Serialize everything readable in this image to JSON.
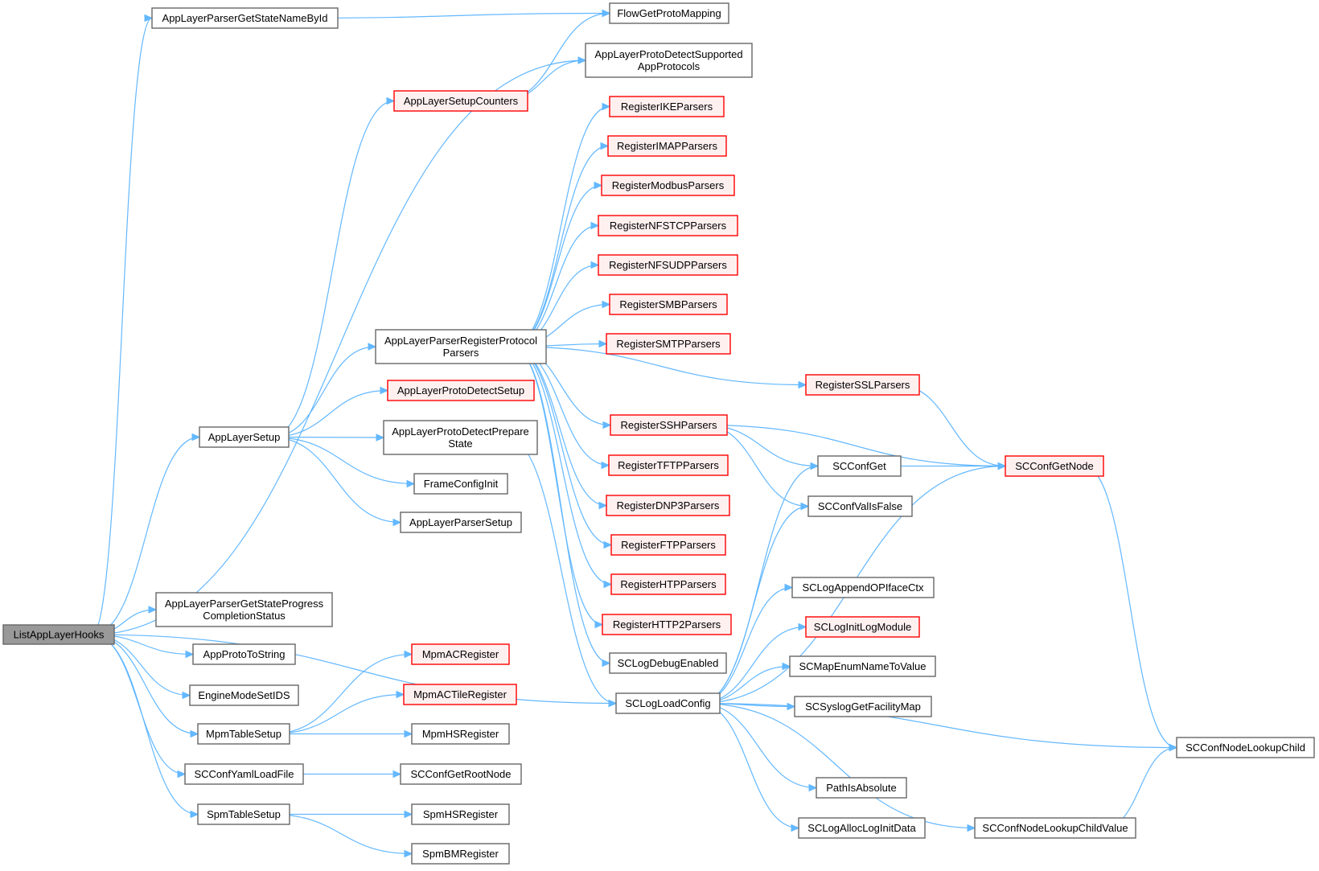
{
  "colors": {
    "edge": "#63b8ff",
    "normal_fill": "#ffffff",
    "normal_border": "#666666",
    "red_fill": "#fff0f0",
    "red_border": "#ff0000",
    "root_fill": "#999999",
    "root_border": "#666666"
  },
  "nodes": {
    "root": {
      "lines": [
        "ListAppLayerHooks"
      ],
      "style": "root"
    },
    "getStateName": {
      "lines": [
        "AppLayerParserGetStateNameById"
      ],
      "style": "normal"
    },
    "flowMap": {
      "lines": [
        "FlowGetProtoMapping"
      ],
      "style": "normal"
    },
    "supported": {
      "lines": [
        "AppLayerProtoDetectSupported",
        "AppProtocols"
      ],
      "style": "normal"
    },
    "setupCounters": {
      "lines": [
        "AppLayerSetupCounters"
      ],
      "style": "red"
    },
    "ike": {
      "lines": [
        "RegisterIKEParsers"
      ],
      "style": "red"
    },
    "imap": {
      "lines": [
        "RegisterIMAPParsers"
      ],
      "style": "red"
    },
    "modbus": {
      "lines": [
        "RegisterModbusParsers"
      ],
      "style": "red"
    },
    "nfstcp": {
      "lines": [
        "RegisterNFSTCPParsers"
      ],
      "style": "red"
    },
    "nfsudp": {
      "lines": [
        "RegisterNFSUDPParsers"
      ],
      "style": "red"
    },
    "smb": {
      "lines": [
        "RegisterSMBParsers"
      ],
      "style": "red"
    },
    "smtp": {
      "lines": [
        "RegisterSMTPParsers"
      ],
      "style": "red"
    },
    "regProto": {
      "lines": [
        "AppLayerParserRegisterProtocol",
        "Parsers"
      ],
      "style": "normal"
    },
    "ssl": {
      "lines": [
        "RegisterSSLParsers"
      ],
      "style": "red"
    },
    "detectSetup": {
      "lines": [
        "AppLayerProtoDetectSetup"
      ],
      "style": "red"
    },
    "ssh": {
      "lines": [
        "RegisterSSHParsers"
      ],
      "style": "red"
    },
    "appSetup": {
      "lines": [
        "AppLayerSetup"
      ],
      "style": "normal"
    },
    "prepState": {
      "lines": [
        "AppLayerProtoDetectPrepare",
        "State"
      ],
      "style": "normal"
    },
    "confGet": {
      "lines": [
        "SCConfGet"
      ],
      "style": "normal"
    },
    "confGetNode": {
      "lines": [
        "SCConfGetNode"
      ],
      "style": "red"
    },
    "tftp": {
      "lines": [
        "RegisterTFTPParsers"
      ],
      "style": "red"
    },
    "frameInit": {
      "lines": [
        "FrameConfigInit"
      ],
      "style": "normal"
    },
    "dnp3": {
      "lines": [
        "RegisterDNP3Parsers"
      ],
      "style": "red"
    },
    "valFalse": {
      "lines": [
        "SCConfValIsFalse"
      ],
      "style": "normal"
    },
    "parserSetup": {
      "lines": [
        "AppLayerParserSetup"
      ],
      "style": "normal"
    },
    "ftp": {
      "lines": [
        "RegisterFTPParsers"
      ],
      "style": "red"
    },
    "htp": {
      "lines": [
        "RegisterHTPParsers"
      ],
      "style": "red"
    },
    "appendOp": {
      "lines": [
        "SCLogAppendOPIfaceCtx"
      ],
      "style": "normal"
    },
    "progress": {
      "lines": [
        "AppLayerParserGetStateProgress",
        "CompletionStatus"
      ],
      "style": "normal"
    },
    "http2": {
      "lines": [
        "RegisterHTTP2Parsers"
      ],
      "style": "red"
    },
    "initLog": {
      "lines": [
        "SCLogInitLogModule"
      ],
      "style": "red"
    },
    "protoStr": {
      "lines": [
        "AppProtoToString"
      ],
      "style": "normal"
    },
    "mpmAC": {
      "lines": [
        "MpmACRegister"
      ],
      "style": "red"
    },
    "debugEn": {
      "lines": [
        "SCLogDebugEnabled"
      ],
      "style": "normal"
    },
    "mapEnum": {
      "lines": [
        "SCMapEnumNameToValue"
      ],
      "style": "normal"
    },
    "engineIDS": {
      "lines": [
        "EngineModeSetIDS"
      ],
      "style": "normal"
    },
    "mpmACTile": {
      "lines": [
        "MpmACTileRegister"
      ],
      "style": "red"
    },
    "loadConfig": {
      "lines": [
        "SCLogLoadConfig"
      ],
      "style": "normal"
    },
    "syslogMap": {
      "lines": [
        "SCSyslogGetFacilityMap"
      ],
      "style": "normal"
    },
    "mpmTable": {
      "lines": [
        "MpmTableSetup"
      ],
      "style": "normal"
    },
    "mpmHS": {
      "lines": [
        "MpmHSRegister"
      ],
      "style": "normal"
    },
    "lookupChild": {
      "lines": [
        "SCConfNodeLookupChild"
      ],
      "style": "normal"
    },
    "yamlLoad": {
      "lines": [
        "SCConfYamlLoadFile"
      ],
      "style": "normal"
    },
    "rootNode": {
      "lines": [
        "SCConfGetRootNode"
      ],
      "style": "normal"
    },
    "pathAbs": {
      "lines": [
        "PathIsAbsolute"
      ],
      "style": "normal"
    },
    "spmTable": {
      "lines": [
        "SpmTableSetup"
      ],
      "style": "normal"
    },
    "spmHS": {
      "lines": [
        "SpmHSRegister"
      ],
      "style": "normal"
    },
    "allocLog": {
      "lines": [
        "SCLogAllocLogInitData"
      ],
      "style": "normal"
    },
    "lookupChildVal": {
      "lines": [
        "SCConfNodeLookupChildValue"
      ],
      "style": "normal"
    },
    "spmBM": {
      "lines": [
        "SpmBMRegister"
      ],
      "style": "normal"
    }
  },
  "edges": [
    [
      "root",
      "getStateName"
    ],
    [
      "root",
      "supported"
    ],
    [
      "root",
      "appSetup"
    ],
    [
      "root",
      "progress"
    ],
    [
      "root",
      "protoStr"
    ],
    [
      "root",
      "engineIDS"
    ],
    [
      "root",
      "mpmTable"
    ],
    [
      "root",
      "yamlLoad"
    ],
    [
      "root",
      "spmTable"
    ],
    [
      "root",
      "loadConfig"
    ],
    [
      "getStateName",
      "flowMap"
    ],
    [
      "setupCounters",
      "flowMap"
    ],
    [
      "setupCounters",
      "supported"
    ],
    [
      "appSetup",
      "setupCounters"
    ],
    [
      "appSetup",
      "regProto"
    ],
    [
      "appSetup",
      "detectSetup"
    ],
    [
      "appSetup",
      "prepState"
    ],
    [
      "appSetup",
      "frameInit"
    ],
    [
      "appSetup",
      "parserSetup"
    ],
    [
      "regProto",
      "ike"
    ],
    [
      "regProto",
      "imap"
    ],
    [
      "regProto",
      "modbus"
    ],
    [
      "regProto",
      "nfstcp"
    ],
    [
      "regProto",
      "nfsudp"
    ],
    [
      "regProto",
      "smb"
    ],
    [
      "regProto",
      "smtp"
    ],
    [
      "regProto",
      "ssl"
    ],
    [
      "regProto",
      "ssh"
    ],
    [
      "regProto",
      "tftp"
    ],
    [
      "regProto",
      "dnp3"
    ],
    [
      "regProto",
      "ftp"
    ],
    [
      "regProto",
      "htp"
    ],
    [
      "regProto",
      "http2"
    ],
    [
      "regProto",
      "debugEn"
    ],
    [
      "prepState",
      "loadConfig"
    ],
    [
      "ssl",
      "confGetNode"
    ],
    [
      "ssh",
      "confGet"
    ],
    [
      "ssh",
      "valFalse"
    ],
    [
      "ssh",
      "confGetNode"
    ],
    [
      "confGet",
      "confGetNode"
    ],
    [
      "confGetNode",
      "lookupChild"
    ],
    [
      "loadConfig",
      "confGet"
    ],
    [
      "loadConfig",
      "valFalse"
    ],
    [
      "loadConfig",
      "confGetNode"
    ],
    [
      "loadConfig",
      "appendOp"
    ],
    [
      "loadConfig",
      "initLog"
    ],
    [
      "loadConfig",
      "mapEnum"
    ],
    [
      "loadConfig",
      "syslogMap"
    ],
    [
      "loadConfig",
      "lookupChild"
    ],
    [
      "loadConfig",
      "pathAbs"
    ],
    [
      "loadConfig",
      "allocLog"
    ],
    [
      "loadConfig",
      "lookupChildVal"
    ],
    [
      "mpmTable",
      "mpmAC"
    ],
    [
      "mpmTable",
      "mpmACTile"
    ],
    [
      "mpmTable",
      "mpmHS"
    ],
    [
      "yamlLoad",
      "rootNode"
    ],
    [
      "spmTable",
      "spmHS"
    ],
    [
      "spmTable",
      "spmBM"
    ],
    [
      "lookupChildVal",
      "lookupChild"
    ]
  ]
}
